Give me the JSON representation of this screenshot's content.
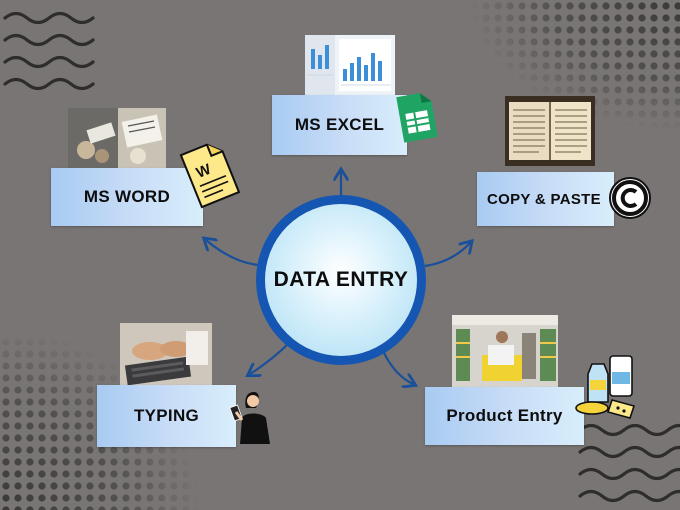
{
  "center": {
    "label": "DATA ENTRY"
  },
  "nodes": {
    "ms_excel": "MS EXCEL",
    "ms_word": "MS WORD",
    "copy_paste": "COPY & PASTE",
    "typing": "TYPING",
    "product_entry": "Product Entry"
  },
  "icons": {
    "word_doc": "word-document-icon",
    "excel_sheet": "excel-sheet-icon",
    "copyright": "copyright-icon",
    "person": "person-with-tablet-icon",
    "groceries": "groceries-icon"
  },
  "colors": {
    "background": "#787574",
    "hub_ring": "#1556b2",
    "arrow": "#1a4f9a",
    "label_fill": "#c9ddf7"
  }
}
